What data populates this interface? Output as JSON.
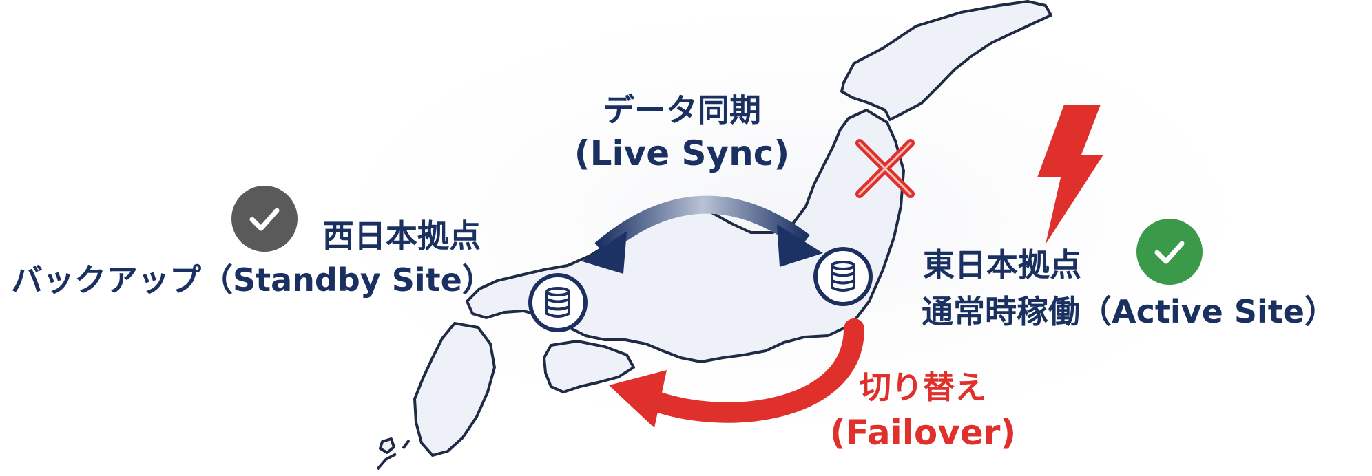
{
  "sync": {
    "label_ja": "データ同期",
    "label_en": "(Live Sync)"
  },
  "west_site": {
    "name": "西日本拠点",
    "role": "バックアップ（Standby Site）",
    "status_icon": "check-circle-icon",
    "status_color": "#5a5a5a"
  },
  "east_site": {
    "name": "東日本拠点",
    "role": "通常時稼働（Active Site）",
    "status_icon": "check-circle-icon",
    "status_color": "#3a9a4a"
  },
  "failover": {
    "label_ja": "切り替え",
    "label_en": "(Failover)"
  },
  "icons": {
    "server": "database-server-icon",
    "disaster": "lightning-bolt-icon",
    "blocked": "cross-mark-icon"
  },
  "colors": {
    "navy": "#1a3060",
    "red": "#e0302c",
    "map_fill": "#eef1f7",
    "map_stroke": "#1f2b44"
  }
}
